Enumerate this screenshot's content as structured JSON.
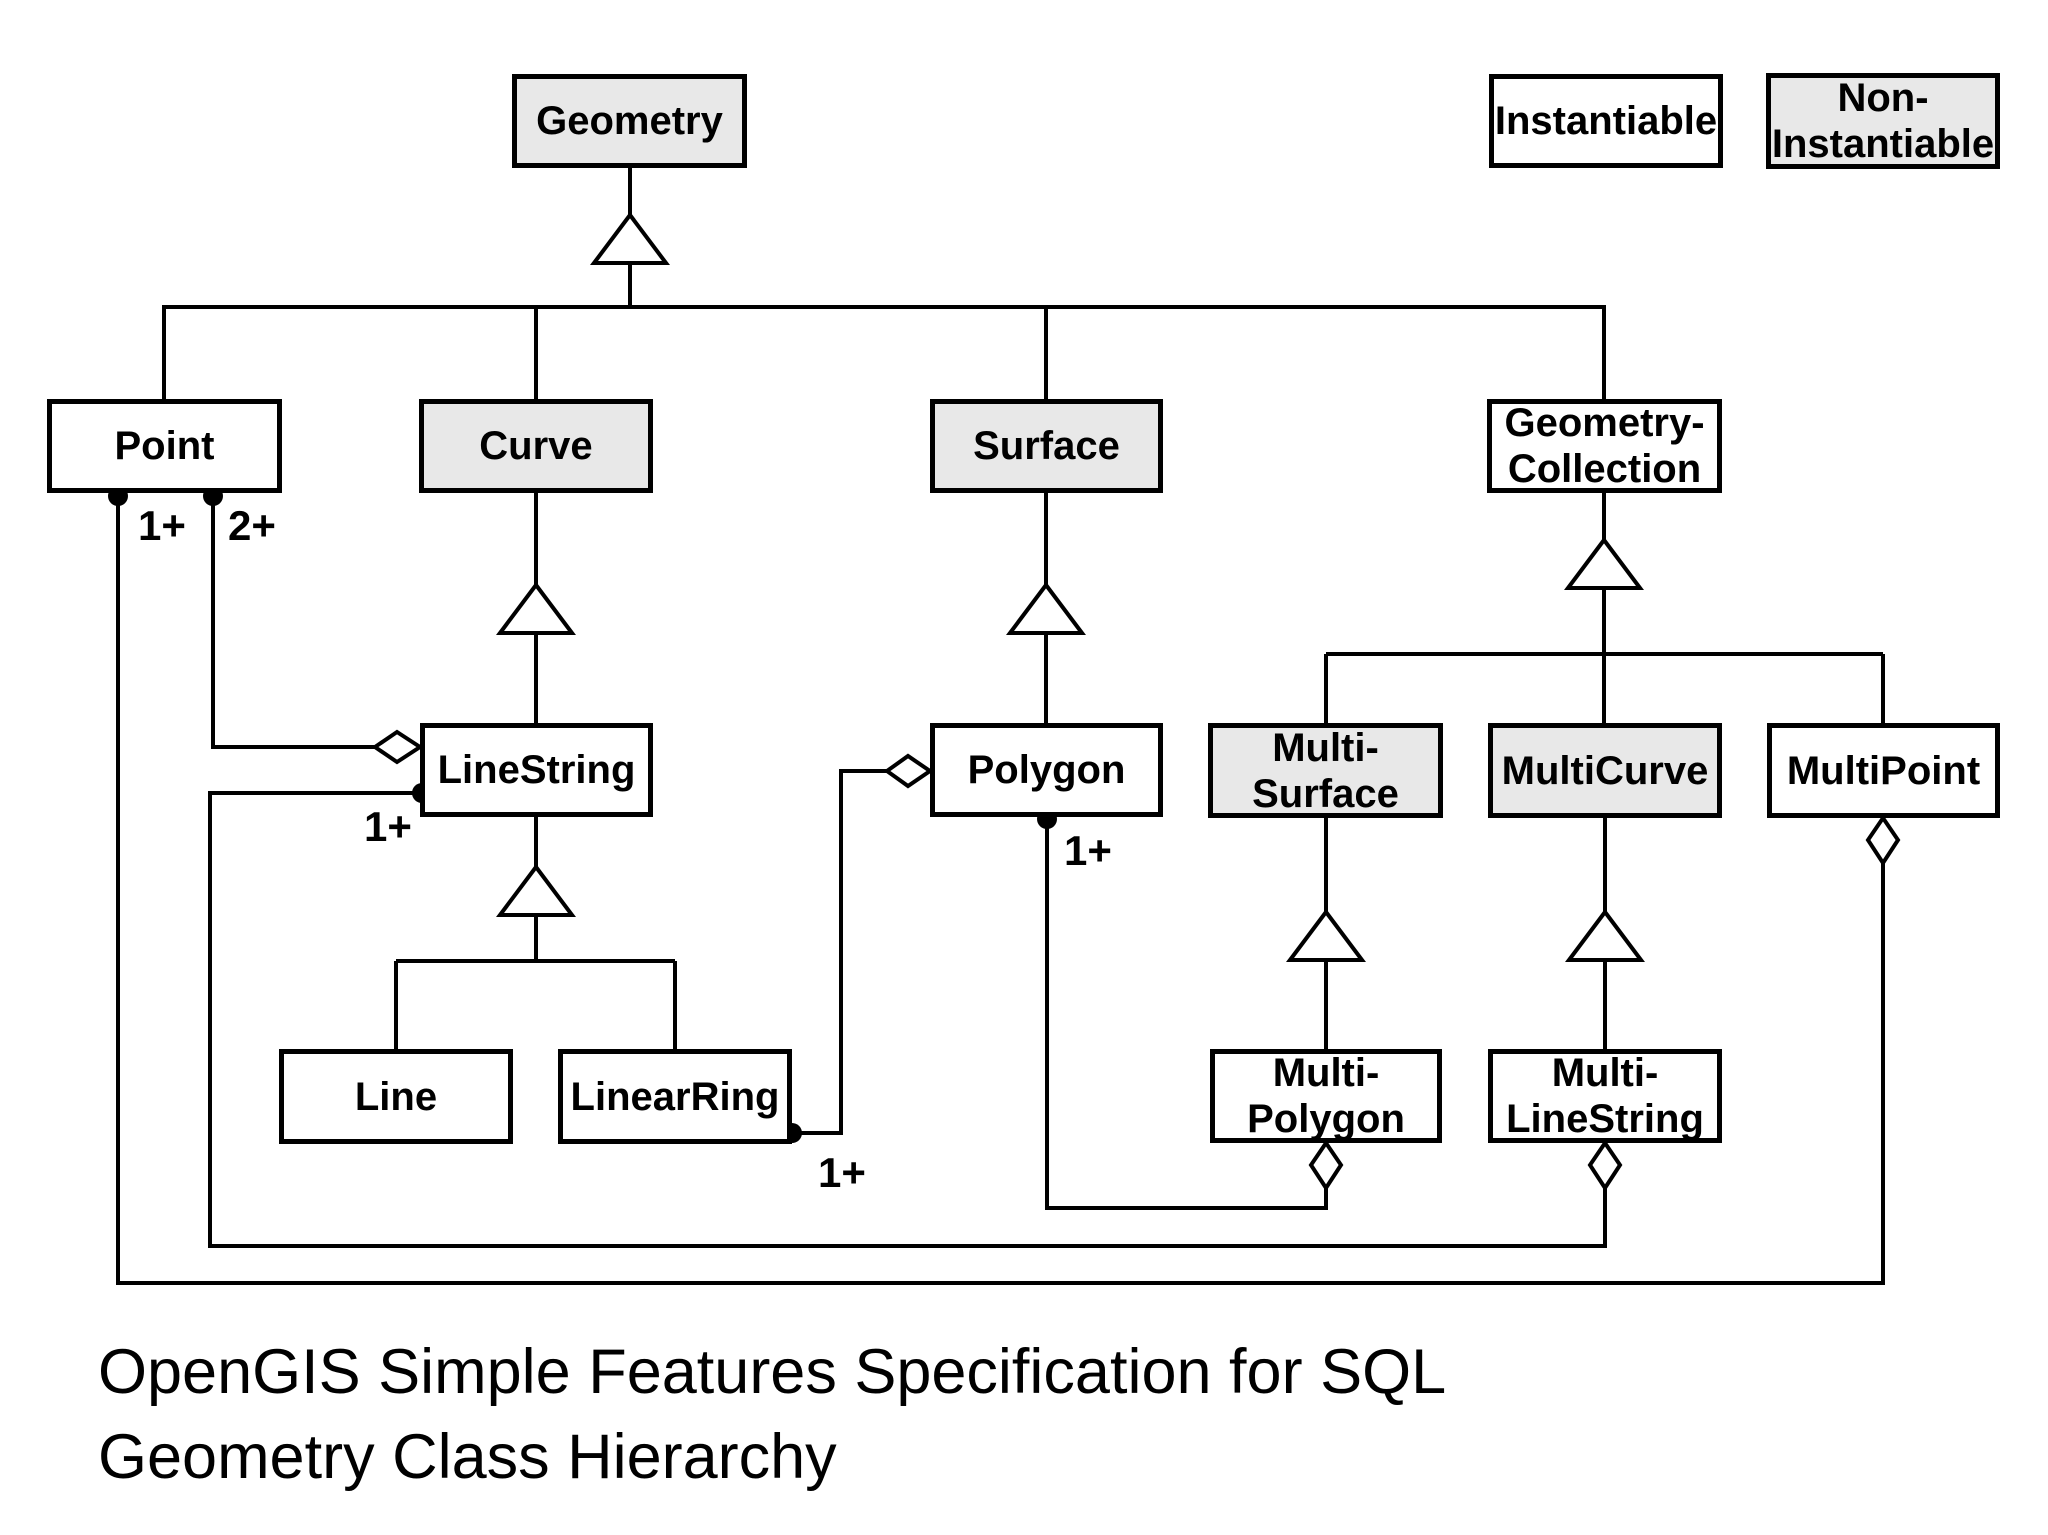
{
  "title": {
    "line1": "OpenGIS Simple Features Specification for SQL",
    "line2": "Geometry Class Hierarchy"
  },
  "legend": {
    "instantiable": {
      "label": "Instantiable"
    },
    "non_instantiable": {
      "line1": "Non-",
      "line2": "Instantiable"
    }
  },
  "colors": {
    "instantiable_fill": "#ffffff",
    "non_instantiable_fill": "#e8e8e8",
    "border": "#000000",
    "connector": "#000000",
    "text": "#000000",
    "background": "#ffffff"
  },
  "nodes": {
    "geometry": {
      "label": "Geometry",
      "stereotype": "non-instantiable"
    },
    "point": {
      "label": "Point",
      "stereotype": "instantiable"
    },
    "curve": {
      "label": "Curve",
      "stereotype": "non-instantiable"
    },
    "surface": {
      "label": "Surface",
      "stereotype": "non-instantiable"
    },
    "geometry_collection": {
      "line1": "Geometry-",
      "line2": "Collection",
      "stereotype": "instantiable"
    },
    "linestring": {
      "label": "LineString",
      "stereotype": "instantiable"
    },
    "polygon": {
      "label": "Polygon",
      "stereotype": "instantiable"
    },
    "multi_surface": {
      "line1": "Multi-",
      "line2": "Surface",
      "stereotype": "non-instantiable"
    },
    "multicurve": {
      "label": "MultiCurve",
      "stereotype": "non-instantiable"
    },
    "multipoint": {
      "label": "MultiPoint",
      "stereotype": "instantiable"
    },
    "line": {
      "label": "Line",
      "stereotype": "instantiable"
    },
    "linearring": {
      "label": "LinearRing",
      "stereotype": "instantiable"
    },
    "multi_polygon": {
      "line1": "Multi-",
      "line2": "Polygon",
      "stereotype": "instantiable"
    },
    "multi_linestring": {
      "line1": "Multi-",
      "line2": "LineString",
      "stereotype": "instantiable"
    }
  },
  "multiplicities": {
    "point_to_multipoint": "1+",
    "point_to_linestring": "2+",
    "linestring_to_multilinestring": "1+",
    "polygon_to_multipolygon": "1+",
    "linearring_to_polygon": "1+"
  }
}
